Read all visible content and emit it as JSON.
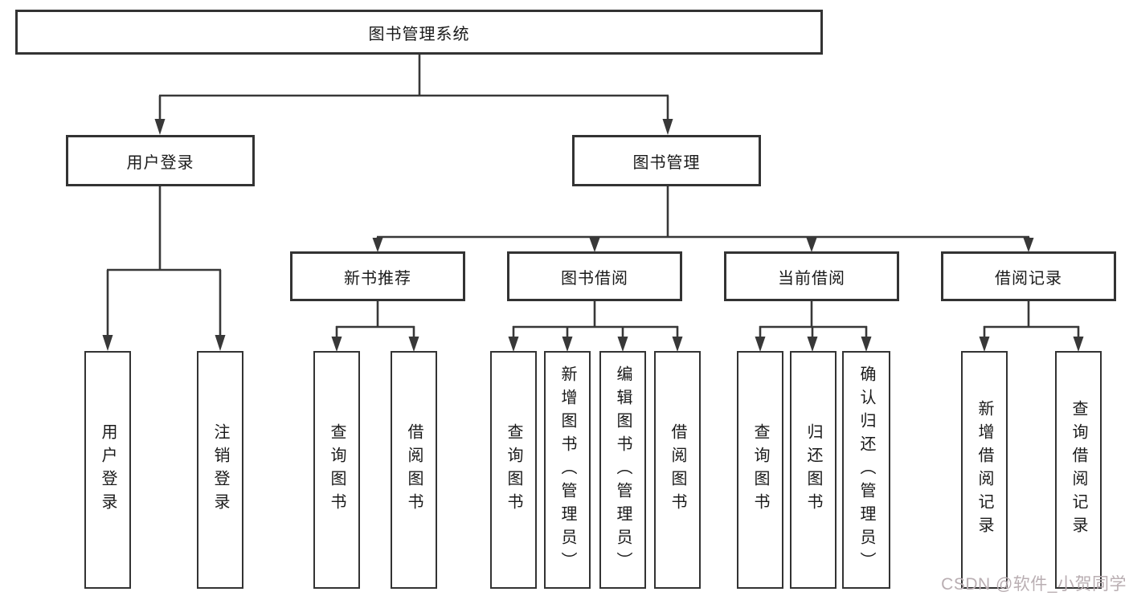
{
  "tree": {
    "root": {
      "label": "图书管理系统"
    },
    "branches": [
      {
        "label": "用户登录",
        "children": [
          {
            "label": "用户登录"
          },
          {
            "label": "注销登录"
          }
        ]
      },
      {
        "label": "图书管理",
        "groups": [
          {
            "label": "新书推荐",
            "children": [
              {
                "label": "查询图书"
              },
              {
                "label": "借阅图书"
              }
            ]
          },
          {
            "label": "图书借阅",
            "children": [
              {
                "label": "查询图书"
              },
              {
                "label": "新增图书（管理员）"
              },
              {
                "label": "编辑图书（管理员）"
              },
              {
                "label": "借阅图书"
              }
            ]
          },
          {
            "label": "当前借阅",
            "children": [
              {
                "label": "查询图书"
              },
              {
                "label": "归还图书"
              },
              {
                "label": "确认归还（管理员）"
              }
            ]
          },
          {
            "label": "借阅记录",
            "children": [
              {
                "label": "新增借阅记录"
              },
              {
                "label": "查询借阅记录"
              }
            ]
          }
        ]
      }
    ]
  },
  "watermark": {
    "text": "CSDN @软件_小贺同学",
    "color": "#b9aeb2"
  },
  "colors": {
    "line": "#383838",
    "box_border": "#333333",
    "text": "#1a1a1a",
    "background": "#ffffff"
  }
}
